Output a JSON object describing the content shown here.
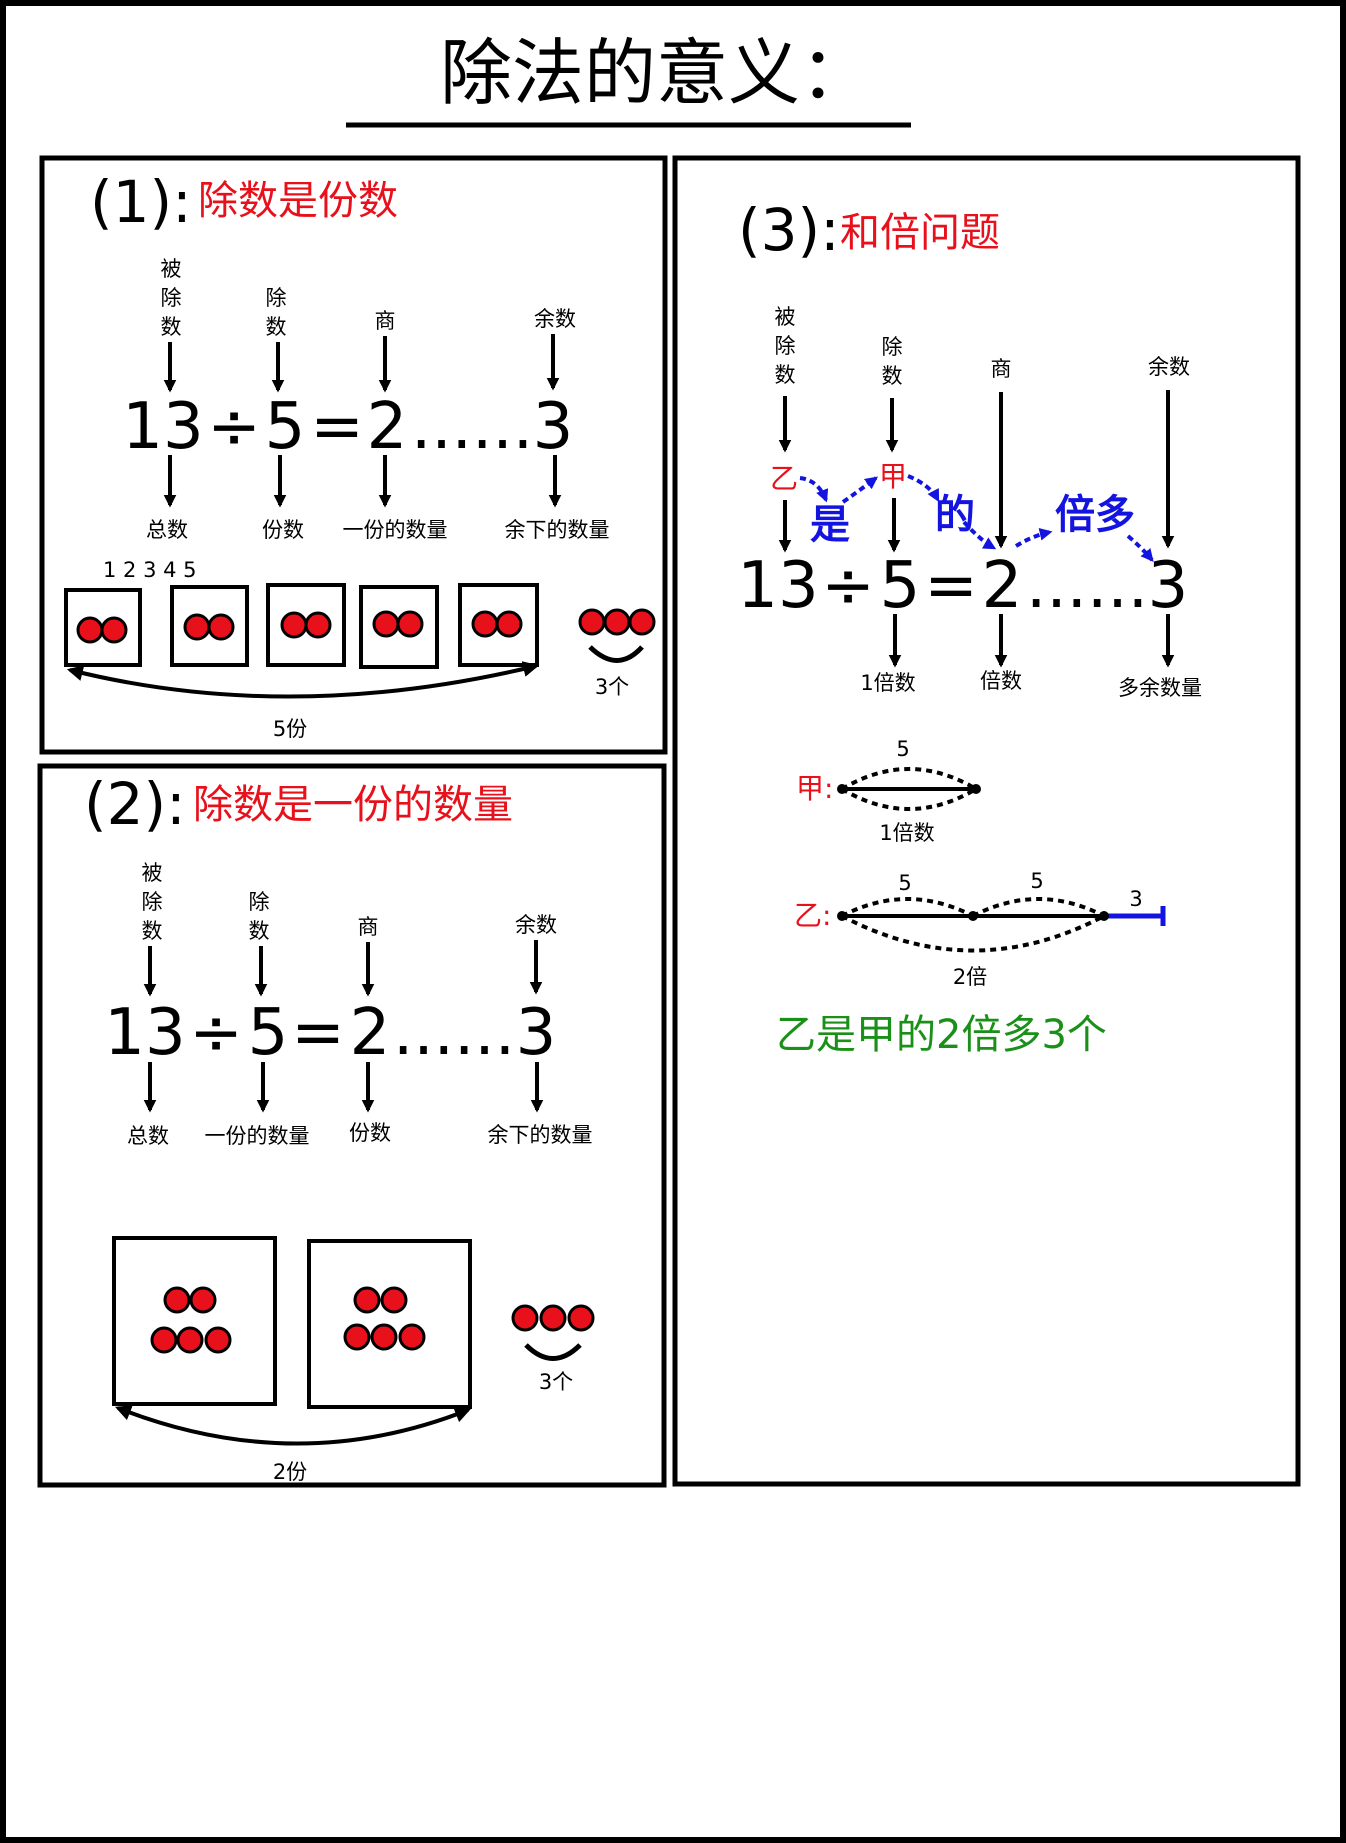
{
  "title": "除法的意义：",
  "colors": {
    "accent_red": "#e8101a",
    "accent_blue": "#1414e0",
    "accent_green": "#1a9018",
    "ink": "#000000",
    "paper": "#ffffff"
  },
  "panel1": {
    "number": "(1):",
    "heading": "除数是份数",
    "equation": {
      "dividend": "13",
      "divide_sign": "÷",
      "divisor": "5",
      "equals_sign": "=",
      "quotient": "2",
      "dots": "......",
      "remainder": "3"
    },
    "top_labels": {
      "dividend": [
        "被",
        "除",
        "数"
      ],
      "divisor": [
        "除",
        "数"
      ],
      "quotient": "商",
      "remainder": "余数"
    },
    "bottom_labels": {
      "dividend": "总数",
      "divisor": "份数",
      "quotient": "一份的数量",
      "remainder": "余下的数量"
    },
    "box_numbers": "1 2 3 4 5",
    "span_label": "5份",
    "remainder_count": "3个"
  },
  "panel2": {
    "number": "(2):",
    "heading": "除数是一份的数量",
    "top_labels": {
      "dividend": [
        "被",
        "除",
        "数"
      ],
      "divisor": [
        "除",
        "数"
      ],
      "quotient": "商",
      "remainder": "余数"
    },
    "bottom_labels": {
      "dividend": "总数",
      "divisor": "一份的数量",
      "quotient": "份数",
      "remainder": "余下的数量"
    },
    "span_label": "2份",
    "remainder_count": "3个"
  },
  "panel3": {
    "number": "(3):",
    "heading": "和倍问题",
    "top_labels": {
      "dividend": [
        "被",
        "除",
        "数"
      ],
      "divisor": [
        "除",
        "数"
      ],
      "quotient": "商",
      "remainder": "余数"
    },
    "mid_labels": {
      "yi": "乙",
      "jia": "甲",
      "shi": "是",
      "de": "的",
      "beiduo": "倍多"
    },
    "bottom_labels": {
      "divisor": "1倍数",
      "quotient": "倍数",
      "remainder": "多余数量"
    },
    "jia_line": {
      "label": "甲:",
      "top": "5",
      "bottom": "1倍数"
    },
    "yi_line": {
      "label": "乙:",
      "seg1": "5",
      "seg2": "5",
      "extra": "3",
      "bottom": "2倍"
    },
    "conclusion": "乙是甲的2倍多3个"
  }
}
